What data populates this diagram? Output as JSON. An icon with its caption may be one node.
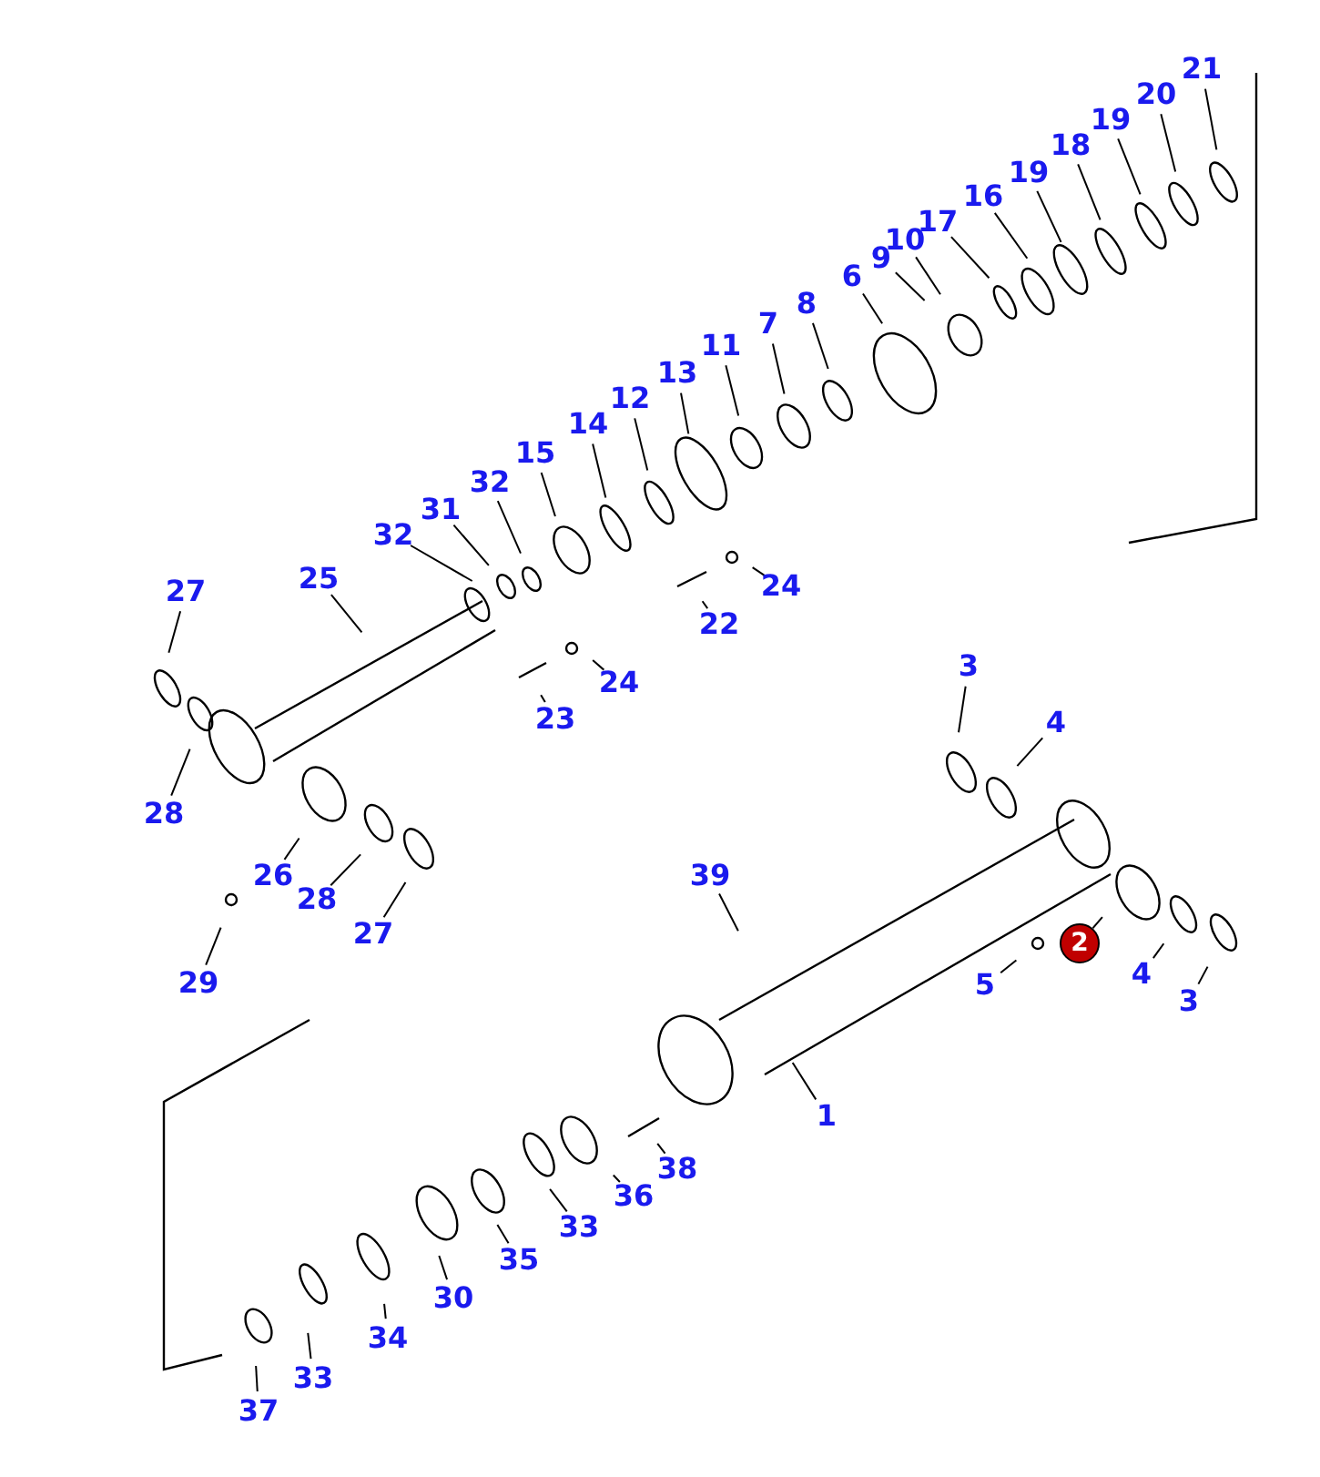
{
  "diagram": {
    "nodes": [
      {
        "text": [
          "21"
        ]
      },
      {
        "text": [
          "20"
        ]
      },
      {
        "text": [
          "19"
        ]
      },
      {
        "text": [
          "18"
        ]
      },
      {
        "text": [
          "19"
        ]
      },
      {
        "text": [
          "16"
        ]
      },
      {
        "text": [
          "17"
        ]
      },
      {
        "text": [
          "10"
        ]
      },
      {
        "text": [
          "9"
        ]
      },
      {
        "text": [
          "6"
        ]
      },
      {
        "text": [
          "8"
        ]
      },
      {
        "text": [
          "7"
        ]
      },
      {
        "text": [
          "11"
        ]
      },
      {
        "text": [
          "13"
        ]
      },
      {
        "text": [
          "12"
        ]
      },
      {
        "text": [
          "14"
        ]
      },
      {
        "text": [
          "15"
        ]
      },
      {
        "text": [
          "32"
        ]
      },
      {
        "text": [
          "31"
        ]
      },
      {
        "text": [
          "32"
        ]
      },
      {
        "text": [
          "25"
        ]
      },
      {
        "text": [
          "27"
        ]
      },
      {
        "text": [
          "24"
        ]
      },
      {
        "text": [
          "22"
        ]
      },
      {
        "text": [
          "24"
        ]
      },
      {
        "text": [
          "23"
        ]
      },
      {
        "text": [
          "3"
        ]
      },
      {
        "text": [
          "4"
        ]
      },
      {
        "text": [
          "28"
        ]
      },
      {
        "text": [
          "26"
        ]
      },
      {
        "text": [
          "28"
        ]
      },
      {
        "text": [
          "27"
        ]
      },
      {
        "text": [
          "39"
        ]
      },
      {
        "text": [
          "29"
        ]
      },
      {
        "text": [
          "2"
        ]
      },
      {
        "text": [
          "5"
        ]
      },
      {
        "text": [
          "4"
        ]
      },
      {
        "text": [
          "3"
        ]
      },
      {
        "text": [
          "1"
        ]
      },
      {
        "text": [
          "38"
        ]
      },
      {
        "text": [
          "36"
        ]
      },
      {
        "text": [
          "33"
        ]
      },
      {
        "text": [
          "35"
        ]
      },
      {
        "text": [
          "30"
        ]
      },
      {
        "text": [
          "34"
        ]
      },
      {
        "text": [
          "33"
        ]
      },
      {
        "text": [
          "37"
        ]
      }
    ],
    "edges": [
      {
        "from": 0,
        "to": null,
        "arrow": "none"
      },
      {
        "from": 1,
        "to": null,
        "arrow": "none"
      },
      {
        "from": 2,
        "to": null,
        "arrow": "none"
      },
      {
        "from": 3,
        "to": null,
        "arrow": "none"
      },
      {
        "from": 4,
        "to": null,
        "arrow": "none"
      },
      {
        "from": 5,
        "to": null,
        "arrow": "none"
      },
      {
        "from": 6,
        "to": null,
        "arrow": "none"
      },
      {
        "from": 7,
        "to": null,
        "arrow": "none"
      },
      {
        "from": 8,
        "to": null,
        "arrow": "none"
      },
      {
        "from": 9,
        "to": null,
        "arrow": "none"
      },
      {
        "from": 10,
        "to": null,
        "arrow": "none"
      },
      {
        "from": 11,
        "to": null,
        "arrow": "none"
      },
      {
        "from": 12,
        "to": null,
        "arrow": "none"
      },
      {
        "from": 13,
        "to": null,
        "arrow": "none"
      },
      {
        "from": 14,
        "to": null,
        "arrow": "none"
      },
      {
        "from": 15,
        "to": null,
        "arrow": "none"
      },
      {
        "from": 16,
        "to": null,
        "arrow": "none"
      },
      {
        "from": 17,
        "to": null,
        "arrow": "none"
      },
      {
        "from": 18,
        "to": null,
        "arrow": "none"
      },
      {
        "from": 19,
        "to": null,
        "arrow": "none"
      },
      {
        "from": 20,
        "to": null,
        "arrow": "none"
      },
      {
        "from": 21,
        "to": null,
        "arrow": "none"
      },
      {
        "from": 22,
        "to": null,
        "arrow": "none"
      },
      {
        "from": 23,
        "to": null,
        "arrow": "none"
      },
      {
        "from": 24,
        "to": null,
        "arrow": "none"
      },
      {
        "from": 25,
        "to": null,
        "arrow": "none"
      },
      {
        "from": 26,
        "to": null,
        "arrow": "none"
      },
      {
        "from": 27,
        "to": null,
        "arrow": "none"
      },
      {
        "from": 28,
        "to": null,
        "arrow": "none"
      },
      {
        "from": 29,
        "to": null,
        "arrow": "none"
      },
      {
        "from": 30,
        "to": null,
        "arrow": "none"
      },
      {
        "from": 31,
        "to": null,
        "arrow": "none"
      },
      {
        "from": 32,
        "to": null,
        "arrow": "none"
      },
      {
        "from": 33,
        "to": null,
        "arrow": "none"
      },
      {
        "from": 34,
        "to": null,
        "arrow": "none"
      },
      {
        "from": 35,
        "to": null,
        "arrow": "none"
      },
      {
        "from": 36,
        "to": null,
        "arrow": "none"
      },
      {
        "from": 37,
        "to": null,
        "arrow": "none"
      },
      {
        "from": 38,
        "to": null,
        "arrow": "none"
      },
      {
        "from": 39,
        "to": null,
        "arrow": "none"
      },
      {
        "from": 40,
        "to": null,
        "arrow": "none"
      },
      {
        "from": 41,
        "to": null,
        "arrow": "none"
      },
      {
        "from": 42,
        "to": null,
        "arrow": "none"
      },
      {
        "from": 43,
        "to": null,
        "arrow": "none"
      },
      {
        "from": 44,
        "to": null,
        "arrow": "none"
      },
      {
        "from": 45,
        "to": null,
        "arrow": "none"
      },
      {
        "from": 46,
        "to": null,
        "arrow": "none"
      }
    ]
  }
}
